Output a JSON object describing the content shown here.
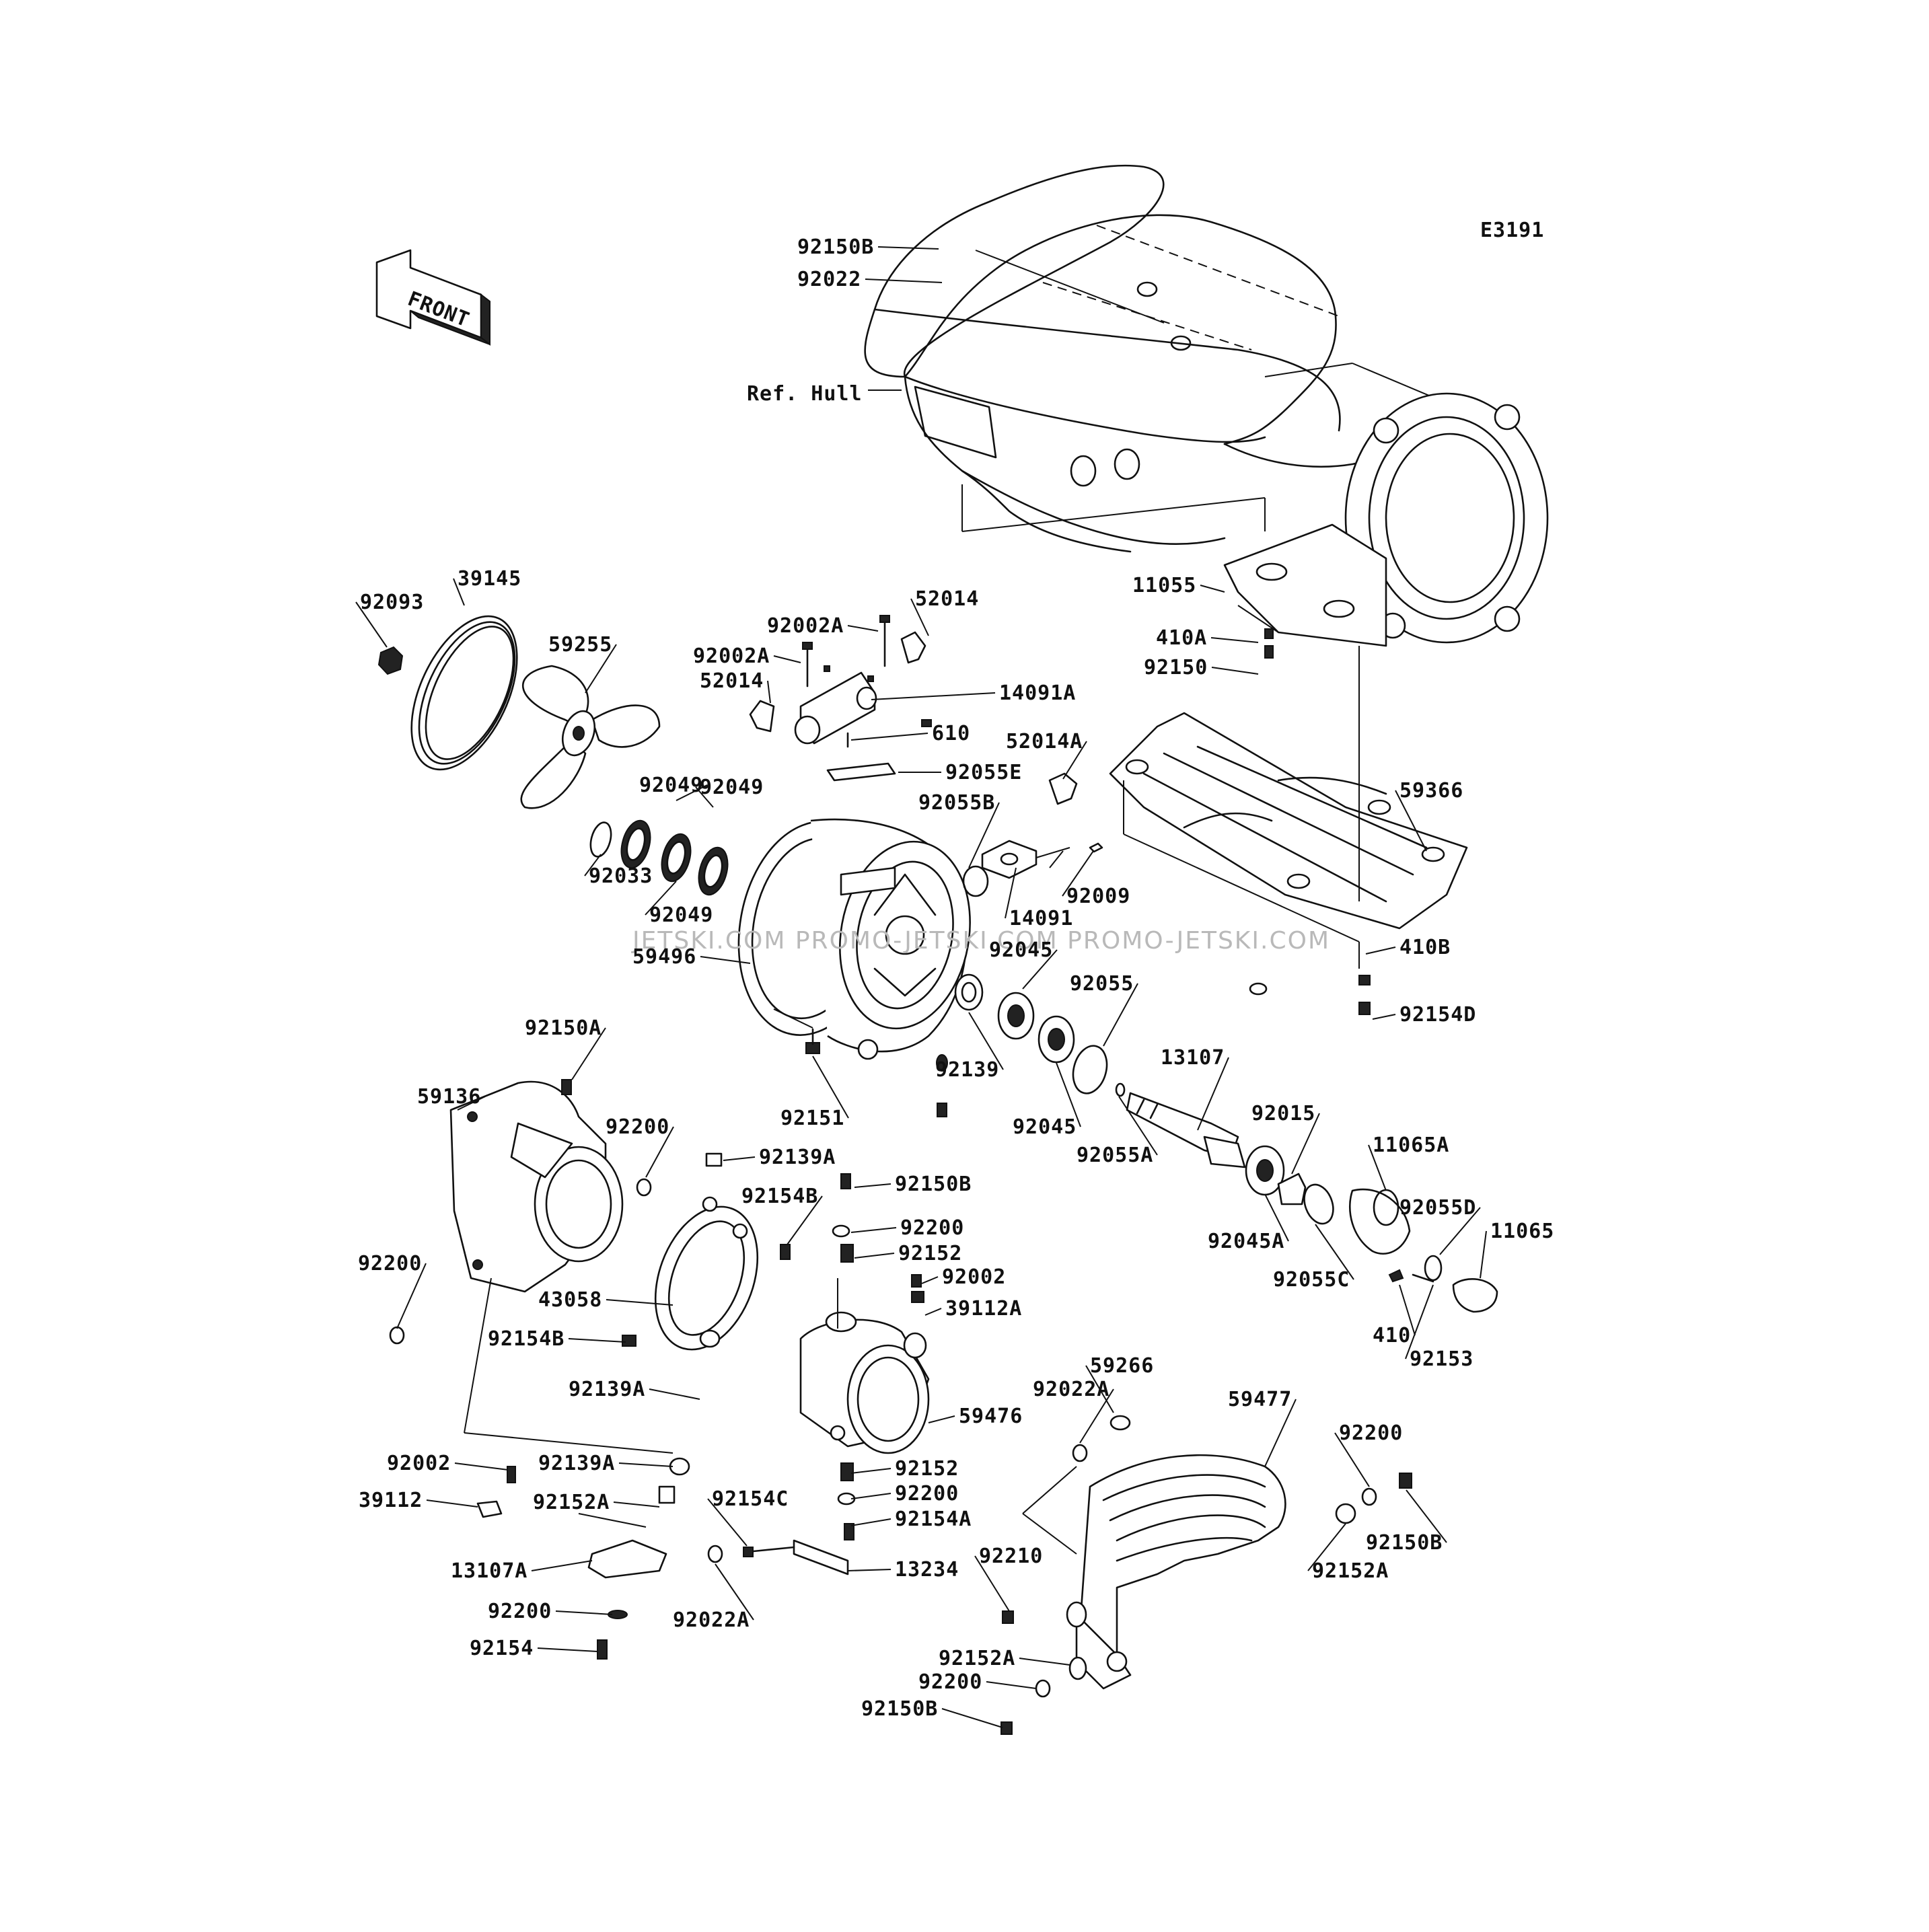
{
  "diagram": {
    "code": "E3191",
    "front_label": "FRONT",
    "reference": "Ref. Hull",
    "watermark": "JETSKI.COM  PROMO-JETSKI.COM  PROMO-JETSKI.COM",
    "colors": {
      "ink": "#111111",
      "paper": "#ffffff",
      "watermark": "#b9b9b9"
    }
  },
  "parts": [
    {
      "id": "p01",
      "text": "92150B"
    },
    {
      "id": "p02",
      "text": "92022"
    },
    {
      "id": "p03",
      "text": "11055"
    },
    {
      "id": "p04",
      "text": "410A"
    },
    {
      "id": "p05",
      "text": "92150"
    },
    {
      "id": "p06",
      "text": "59366"
    },
    {
      "id": "p07",
      "text": "410B"
    },
    {
      "id": "p08",
      "text": "92154D"
    },
    {
      "id": "p09",
      "text": "92093"
    },
    {
      "id": "p10",
      "text": "39145"
    },
    {
      "id": "p11",
      "text": "59255"
    },
    {
      "id": "p12",
      "text": "92002A"
    },
    {
      "id": "p13",
      "text": "52014"
    },
    {
      "id": "p14",
      "text": "92002A"
    },
    {
      "id": "p15",
      "text": "52014"
    },
    {
      "id": "p16",
      "text": "14091A"
    },
    {
      "id": "p17",
      "text": "610"
    },
    {
      "id": "p18",
      "text": "52014A"
    },
    {
      "id": "p19",
      "text": "92055E"
    },
    {
      "id": "p20",
      "text": "92049"
    },
    {
      "id": "p21",
      "text": "92049"
    },
    {
      "id": "p22",
      "text": "92055B"
    },
    {
      "id": "p23",
      "text": "92033"
    },
    {
      "id": "p24",
      "text": "92049"
    },
    {
      "id": "p25",
      "text": "14091"
    },
    {
      "id": "p26",
      "text": "92009"
    },
    {
      "id": "p27",
      "text": "59496"
    },
    {
      "id": "p28",
      "text": "92045"
    },
    {
      "id": "p29",
      "text": "92055"
    },
    {
      "id": "p30",
      "text": "92139"
    },
    {
      "id": "p31",
      "text": "13107"
    },
    {
      "id": "p32",
      "text": "92045"
    },
    {
      "id": "p33",
      "text": "92015"
    },
    {
      "id": "p34",
      "text": "11065A"
    },
    {
      "id": "p35",
      "text": "92055A"
    },
    {
      "id": "p36",
      "text": "92150A"
    },
    {
      "id": "p37",
      "text": "92151"
    },
    {
      "id": "p38",
      "text": "59136"
    },
    {
      "id": "p39",
      "text": "92200"
    },
    {
      "id": "p40",
      "text": "92139A"
    },
    {
      "id": "p41",
      "text": "92150B"
    },
    {
      "id": "p42",
      "text": "92154B"
    },
    {
      "id": "p43",
      "text": "92200"
    },
    {
      "id": "p44",
      "text": "92152"
    },
    {
      "id": "p45",
      "text": "92045A"
    },
    {
      "id": "p46",
      "text": "92055D"
    },
    {
      "id": "p47",
      "text": "11065"
    },
    {
      "id": "p48",
      "text": "92055C"
    },
    {
      "id": "p49",
      "text": "92200"
    },
    {
      "id": "p50",
      "text": "92002"
    },
    {
      "id": "p51",
      "text": "43058"
    },
    {
      "id": "p52",
      "text": "39112A"
    },
    {
      "id": "p53",
      "text": "410"
    },
    {
      "id": "p54",
      "text": "92153"
    },
    {
      "id": "p55",
      "text": "92154B"
    },
    {
      "id": "p56",
      "text": "92139A"
    },
    {
      "id": "p57",
      "text": "59266"
    },
    {
      "id": "p58",
      "text": "92022A"
    },
    {
      "id": "p59",
      "text": "59477"
    },
    {
      "id": "p60",
      "text": "59476"
    },
    {
      "id": "p61",
      "text": "92200"
    },
    {
      "id": "p62",
      "text": "92002"
    },
    {
      "id": "p63",
      "text": "92139A"
    },
    {
      "id": "p64",
      "text": "92152"
    },
    {
      "id": "p65",
      "text": "39112"
    },
    {
      "id": "p66",
      "text": "92152A"
    },
    {
      "id": "p67",
      "text": "92154C"
    },
    {
      "id": "p68",
      "text": "92200"
    },
    {
      "id": "p69",
      "text": "92154A"
    },
    {
      "id": "p70",
      "text": "92150B"
    },
    {
      "id": "p71",
      "text": "13107A"
    },
    {
      "id": "p72",
      "text": "13234"
    },
    {
      "id": "p73",
      "text": "92210"
    },
    {
      "id": "p74",
      "text": "92152A"
    },
    {
      "id": "p75",
      "text": "92200"
    },
    {
      "id": "p76",
      "text": "92022A"
    },
    {
      "id": "p77",
      "text": "92152A"
    },
    {
      "id": "p78",
      "text": "92154"
    },
    {
      "id": "p79",
      "text": "92200"
    },
    {
      "id": "p80",
      "text": "92150B"
    }
  ]
}
